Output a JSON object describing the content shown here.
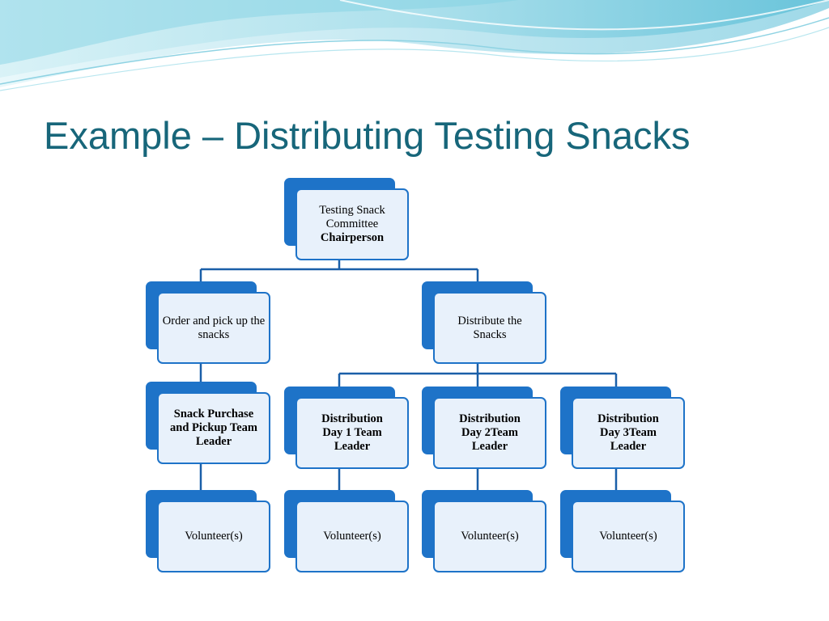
{
  "slide": {
    "title": "Example – Distributing Testing Snacks"
  },
  "colors": {
    "title": "#17667a",
    "box_border": "#1e73c8",
    "box_fill": "#e8f1fb",
    "connector": "#1a5fa8",
    "wave_light": "#bfe8f0",
    "wave_dark": "#6cc6dd"
  },
  "org_chart": {
    "root": {
      "line1": "Testing Snack",
      "line2": "Committee",
      "line3": "Chairperson"
    },
    "branch_order": {
      "text": "Order and pick up the snacks"
    },
    "branch_distribute": {
      "text": "Distribute the Snacks"
    },
    "purchase_lead": {
      "text": "Snack Purchase and Pickup Team Leader"
    },
    "day1_lead": {
      "text": "Distribution Day 1 Team Leader"
    },
    "day2_lead": {
      "text": "Distribution Day 2Team Leader"
    },
    "day3_lead": {
      "text": "Distribution Day 3Team Leader"
    },
    "volunteers": [
      "Volunteer(s)",
      "Volunteer(s)",
      "Volunteer(s)",
      "Volunteer(s)"
    ]
  }
}
